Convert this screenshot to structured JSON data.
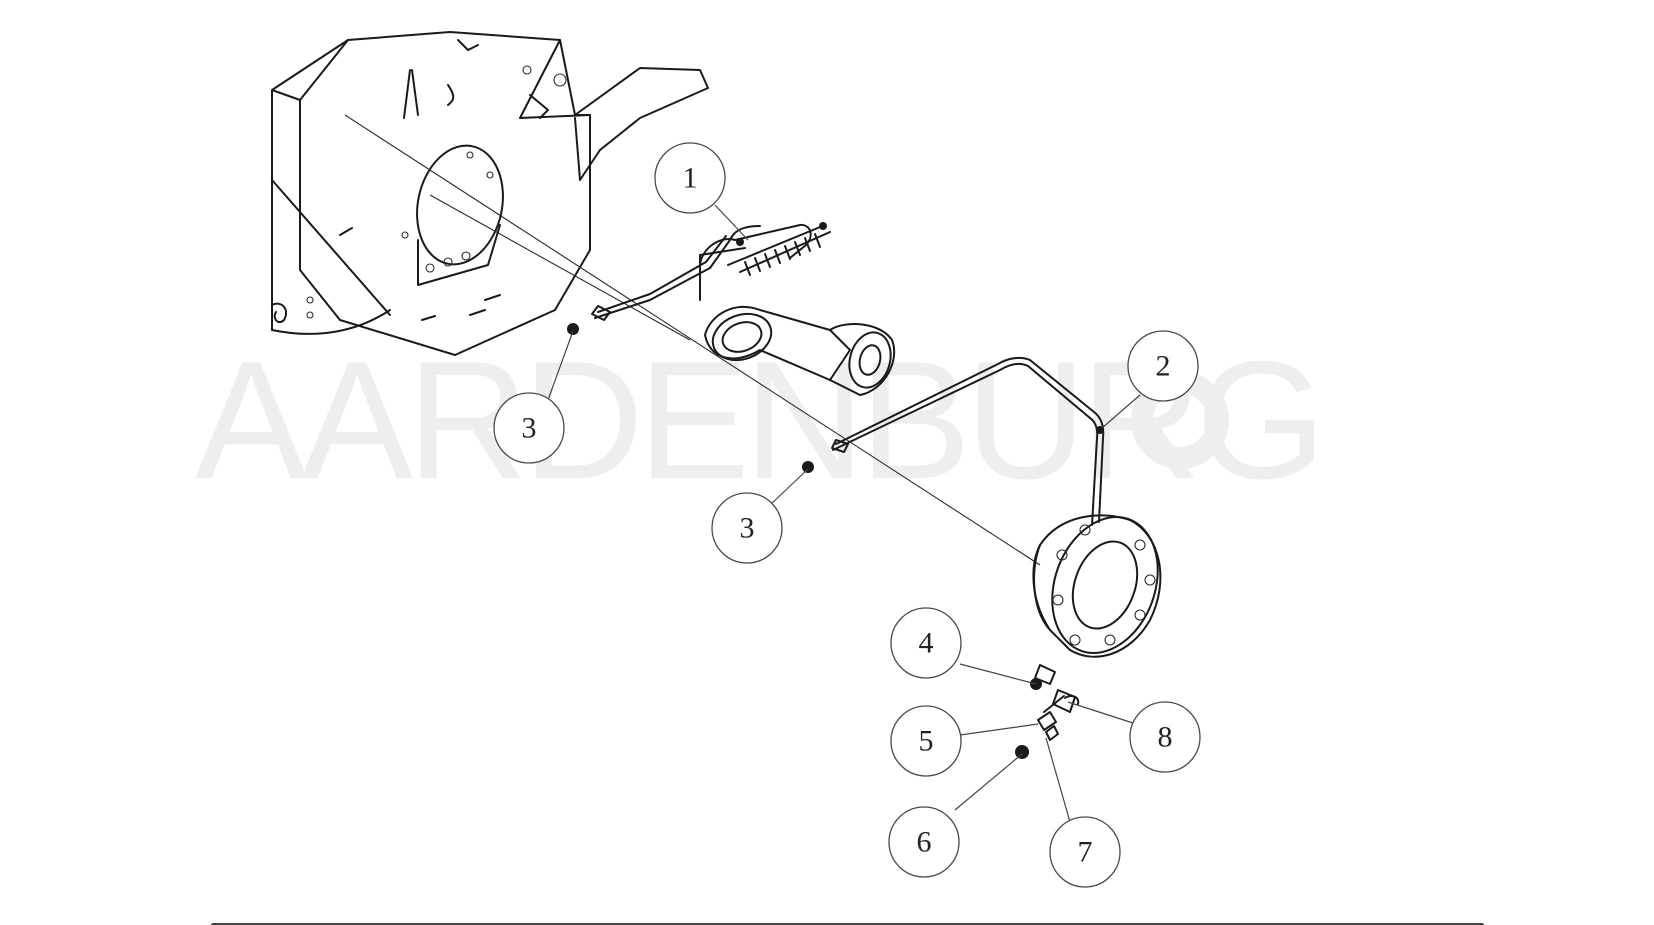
{
  "watermark": {
    "text": "AARDENBURG",
    "color": "#eeeeee"
  },
  "callouts": [
    {
      "label": "1"
    },
    {
      "label": "2"
    },
    {
      "label": "3"
    },
    {
      "label": "3"
    },
    {
      "label": "4"
    },
    {
      "label": "5"
    },
    {
      "label": "6"
    },
    {
      "label": "7"
    },
    {
      "label": "8"
    }
  ],
  "colors": {
    "line": "#1a1a1a",
    "frame": "#444444",
    "background": "#ffffff"
  }
}
